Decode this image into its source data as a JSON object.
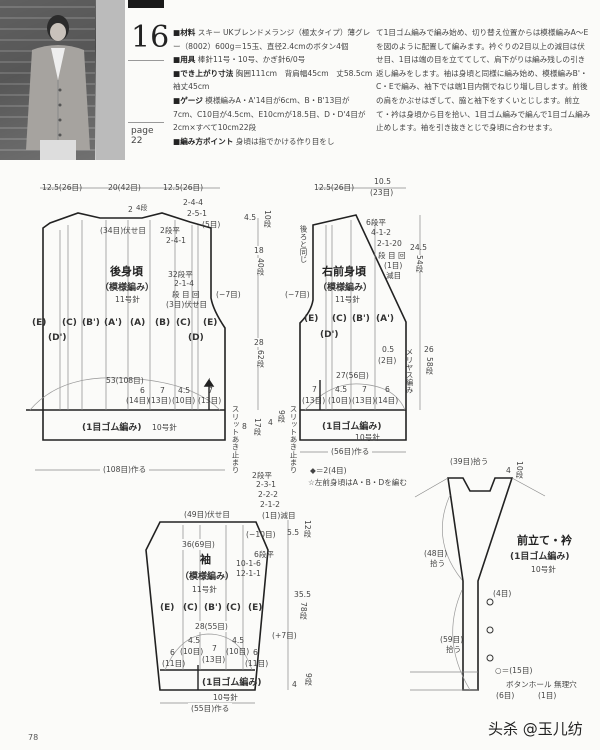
{
  "header": {
    "pattern_number": "16",
    "page_label": "page",
    "page_ref": "22"
  },
  "specs": {
    "material_label": "材料",
    "material_text": "スキー UKブレンドメランジ（極太タイプ）薄グレー（8002）600g＝15玉、直径2.4cmのボタン4個",
    "tools_label": "用具",
    "tools_text": "棒針11号・10号、かぎ針6/0号",
    "size_label": "でき上がり寸法",
    "size_text": "胸囲111cm　背肩幅45cm　丈58.5cm　袖丈45cm",
    "gauge_label": "ゲージ",
    "gauge_text": "模様編みA・A'14目が6cm、B・B'13目が7cm、C10目が4.5cm、E10cmが18.5目、D・D'4目が2cm×すべて10cm22段",
    "points_label": "編み方ポイント",
    "points_text": "身頃は指でかける作り目をし"
  },
  "instructions": "て1目ゴム編みで編み始め、切り替え位置からは模様編みA～Eを図のように配置して編みます。衿ぐりの2目以上の減目は伏せ目、1目は端の目を立ててして、肩下がりは編み残しの引き返し編みをします。袖は身頃と同様に編み始め、模様編みB'・C・Eで編み、袖下では端1目内側でねじり増し目します。前後の肩をかぶせはぎして、脇と袖下をすくいとじします。前立て・衿は身頃から目を拾い、1目ゴム編みで編んで1目ゴム編み止めします。袖を引き抜きとじで身頃に合わせます。",
  "back_body": {
    "title": "後身頃",
    "subtitle": "（模様編み）",
    "needle": "11号針",
    "top_dims": [
      "12.5(26目)",
      "20(42目)",
      "12.5(26目)"
    ],
    "neck_rows": "2",
    "neck_rows_unit": "4段",
    "neck_bind": "(34目)伏せ目",
    "shoulder_steps": [
      "2-4-4",
      "2-5-1",
      "(5目)"
    ],
    "neck_dec": [
      "2段平",
      "2-4-1"
    ],
    "armhole": [
      "32段平",
      "2-1-4",
      "段 目 回",
      "(3目)伏せ目"
    ],
    "armhole_total": "(−7目)",
    "patterns": [
      "(E)",
      "(C)",
      "(B')",
      "(A')",
      "(A)",
      "(B)",
      "(C)",
      "(E)"
    ],
    "patterns_sub": [
      "(D')",
      "(D)"
    ],
    "hem_width": "53(108目)",
    "hem_segments": [
      {
        "cm": "6",
        "sts": "(14目)"
      },
      {
        "cm": "7",
        "sts": "(13目)"
      },
      {
        "cm": "4.5",
        "sts": "(10目)"
      },
      {
        "cm": "7",
        "sts": "(13目)"
      }
    ],
    "ribbing": "(1目ゴム編み)",
    "ribbing_needle": "10号針",
    "cast_on": "(108目)作る"
  },
  "side_dims": {
    "shoulder": "4.5",
    "shoulder_rows": "10段",
    "armhole": "18",
    "armhole_rows": "40段",
    "body": "28",
    "body_rows": "62段",
    "slit_label": "スリットあき止まり",
    "slit_back": "8",
    "slit_back_rows": "17段",
    "slit_front": "4",
    "slit_front_rows": "9段",
    "underarm": [
      "2段平",
      "2-3-1",
      "2-2-2",
      "2-1-2",
      "(1目)減目"
    ]
  },
  "right_front": {
    "title": "右前身頃",
    "subtitle": "（模様編み）",
    "needle": "11号針",
    "top_dims": [
      "12.5(26目)",
      "10.5",
      "(23目)"
    ],
    "same_as_back": "後ろと同じ",
    "neck_dec": [
      "6段平",
      "4-1-2",
      "2-1-20",
      "段 目 回",
      "(1目)",
      "減目"
    ],
    "armhole_total": "(−7目)",
    "neck_height": "24.5",
    "neck_height_rows": "54段",
    "body_height": "26",
    "body_height_rows": "58段",
    "patterns": [
      "(E)",
      "(C)",
      "(B')",
      "(A')"
    ],
    "patterns_sub": [
      "(D')"
    ],
    "seed_edge": "0.5",
    "seed_edge_sts": "(2目)",
    "seed_label": "メリヤス編み",
    "hem_width": "27(56目)",
    "hem_segments": [
      {
        "cm": "7",
        "sts": "(13目)"
      },
      {
        "cm": "4.5",
        "sts": "(10目)"
      },
      {
        "cm": "7",
        "sts": "(13目)"
      },
      {
        "cm": "6",
        "sts": "(14目)"
      }
    ],
    "ribbing": "(1目ゴム編み)",
    "ribbing_needle": "10号針",
    "cast_on": "(56目)作る",
    "legend_diamond": "◆＝2(4目)",
    "legend_star": "☆左前身頃はA・B・Dを編む"
  },
  "sleeve": {
    "title": "袖",
    "subtitle": "（模様編み）",
    "needle": "11号針",
    "top_bind": "(49目)伏せ目",
    "cap_dec": "(−10目)",
    "width": "36(69目)",
    "cap_steps": [
      "6段平",
      "10-1-6",
      "12-1-1"
    ],
    "cap_height": "5.5",
    "cap_height_rows": "12段",
    "length": "35.5",
    "length_rows": "78段",
    "increase": "(+7目)",
    "patterns": [
      "(E)",
      "(C)",
      "(B')",
      "(C)",
      "(E)"
    ],
    "hem_width": "28(55目)",
    "hem_segments": [
      {
        "cm": "6",
        "sts": "(11目)"
      },
      {
        "cm": "4.5",
        "sts": "(10目)"
      },
      {
        "cm": "7",
        "sts": "(13目)"
      },
      {
        "cm": "4.5",
        "sts": "(10目)"
      },
      {
        "cm": "6",
        "sts": "(11目)"
      }
    ],
    "ribbing": "(1目ゴム編み)",
    "ribbing_needle": "10号針",
    "cuff": "4",
    "cuff_rows": "9段",
    "cast_on": "(55目)作る"
  },
  "front_band": {
    "title": "前立て・衿",
    "subtitle": "(1目ゴム編み)",
    "needle": "10号針",
    "back_pickup": "(39目)拾う",
    "band_width": "4",
    "band_rows": "10段",
    "neck_pickup": "(48目)",
    "neck_pickup_label": "拾う",
    "front_pickup": "(59目)",
    "front_pickup_label": "拾う",
    "top_gap": "(4目)",
    "buttonhole_spacing": "○＝(15目)",
    "buttonhole_label": "ボタンホール 無理穴",
    "buttonhole_size": "(1目)",
    "bottom_gap": "(6目)"
  },
  "footer": {
    "page_number": "78",
    "watermark": "头杀 @玉儿纺"
  }
}
